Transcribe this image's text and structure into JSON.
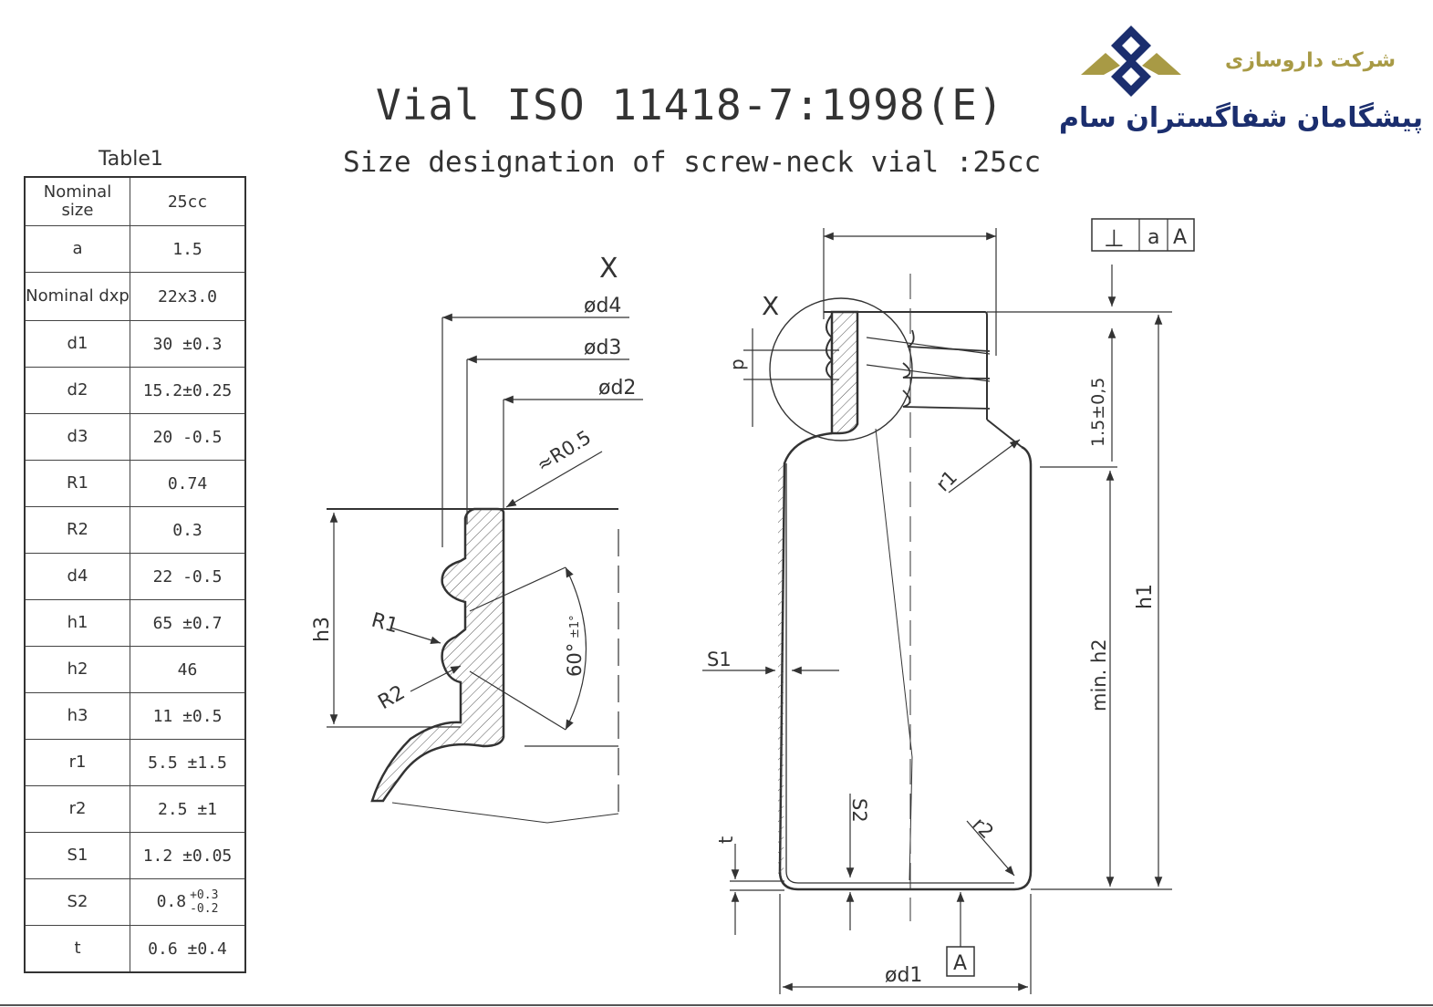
{
  "header": {
    "title": "Vial ISO 11418-7:1998(E)",
    "subtitle": "Size designation of screw-neck vial :25cc"
  },
  "logo": {
    "company_line1": "شرکت داروسازی",
    "company_line2": "پیشگامان شفاگستران سام",
    "colors": {
      "gold": "#a89a45",
      "navy": "#1b2e6e"
    }
  },
  "table": {
    "title": "Table1",
    "rows": [
      {
        "key": "Nominal size",
        "value": "25cc"
      },
      {
        "key": "a",
        "value": "1.5"
      },
      {
        "key": "Nominal dxp",
        "value": "22x3.0"
      },
      {
        "key": "d1",
        "value": "30 ±0.3"
      },
      {
        "key": "d2",
        "value": "15.2±0.25"
      },
      {
        "key": "d3",
        "value": "20 -0.5"
      },
      {
        "key": "R1",
        "value": "0.74"
      },
      {
        "key": "R2",
        "value": "0.3"
      },
      {
        "key": "d4",
        "value": "22 -0.5"
      },
      {
        "key": "h1",
        "value": "65 ±0.7"
      },
      {
        "key": "h2",
        "value": "46"
      },
      {
        "key": "h3",
        "value": "11 ±0.5"
      },
      {
        "key": "r1",
        "value": "5.5 ±1.5"
      },
      {
        "key": "r2",
        "value": "2.5 ±1"
      },
      {
        "key": "S1",
        "value": "1.2 ±0.05"
      },
      {
        "key": "S2",
        "value": "0.8",
        "tol_plus": "+0.3",
        "tol_minus": "-0.2"
      },
      {
        "key": "t",
        "value": "0.6 ±0.4"
      }
    ]
  },
  "detail": {
    "marker": "X",
    "d4": "ød4",
    "d3": "ød3",
    "d2": "ød2",
    "r05": "≈R0.5",
    "h3": "h3",
    "R1": "R1",
    "R2": "R2",
    "angle": "60°",
    "angle_tol": "±1°"
  },
  "vial": {
    "marker": "X",
    "frame_sym": "⊥",
    "frame_a": "a",
    "frame_A": "A",
    "p": "p",
    "dim_15": "1.5±0,5",
    "r1": "r1",
    "h1": "h1",
    "min_h2": "min. h2",
    "S1": "S1",
    "S2": "S2",
    "t": "t",
    "r2": "r2",
    "datum": "A",
    "d1": "ød1"
  }
}
